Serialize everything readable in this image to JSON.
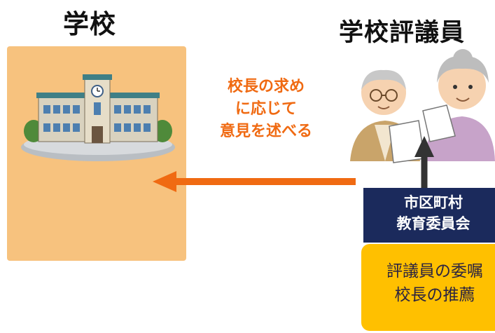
{
  "school": {
    "title": "学校"
  },
  "councilors": {
    "title": "学校評議員"
  },
  "opinion": {
    "lines": [
      "校長の求め",
      "に応じて",
      "意見を述べる"
    ]
  },
  "board": {
    "lines": [
      "市区町村",
      "教育委員会"
    ]
  },
  "commission": {
    "lines": [
      "評議員の委嘱",
      "校長の推薦"
    ]
  },
  "colors": {
    "school_box": "#f7c27e",
    "arrow_orange": "#f06a12",
    "board_navy": "#1b2a5c",
    "commission_yellow": "#ffc000"
  }
}
